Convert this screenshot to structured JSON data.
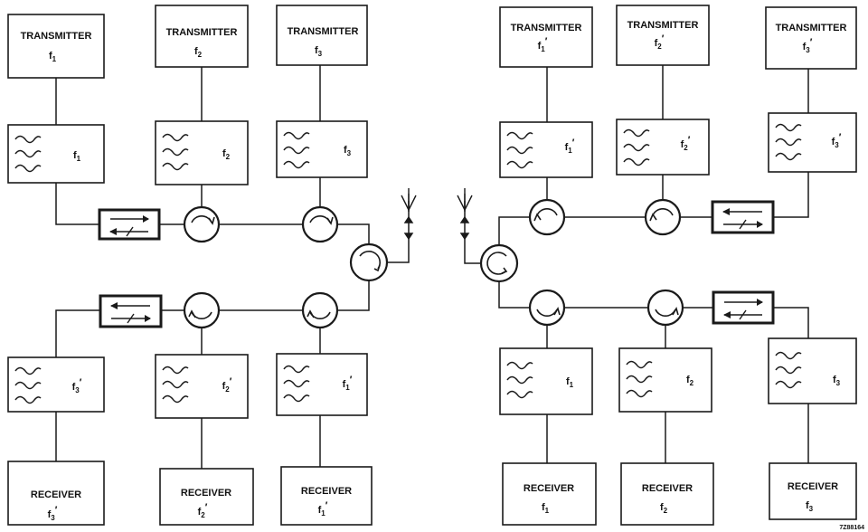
{
  "left": {
    "transmitters": [
      {
        "label": "TRANSMITTER",
        "freq": "f",
        "sub": "1",
        "prime": ""
      },
      {
        "label": "TRANSMITTER",
        "freq": "f",
        "sub": "2",
        "prime": ""
      },
      {
        "label": "TRANSMITTER",
        "freq": "f",
        "sub": "3",
        "prime": ""
      }
    ],
    "tx_filters": [
      {
        "freq": "f",
        "sub": "1",
        "prime": ""
      },
      {
        "freq": "f",
        "sub": "2",
        "prime": ""
      },
      {
        "freq": "f",
        "sub": "3",
        "prime": ""
      }
    ],
    "rx_filters": [
      {
        "freq": "f",
        "sub": "3",
        "prime": "′"
      },
      {
        "freq": "f",
        "sub": "2",
        "prime": "′"
      },
      {
        "freq": "f",
        "sub": "1",
        "prime": "′"
      }
    ],
    "receivers": [
      {
        "label": "RECEIVER",
        "freq": "f",
        "sub": "3",
        "prime": "′"
      },
      {
        "label": "RECEIVER",
        "freq": "f",
        "sub": "2",
        "prime": "′"
      },
      {
        "label": "RECEIVER",
        "freq": "f",
        "sub": "1",
        "prime": "′"
      }
    ]
  },
  "right": {
    "transmitters": [
      {
        "label": "TRANSMITTER",
        "freq": "f",
        "sub": "1",
        "prime": "′"
      },
      {
        "label": "TRANSMITTER",
        "freq": "f",
        "sub": "2",
        "prime": "′"
      },
      {
        "label": "TRANSMITTER",
        "freq": "f",
        "sub": "3",
        "prime": "′"
      }
    ],
    "tx_filters": [
      {
        "freq": "f",
        "sub": "1",
        "prime": "′"
      },
      {
        "freq": "f",
        "sub": "2",
        "prime": "′"
      },
      {
        "freq": "f",
        "sub": "3",
        "prime": "′"
      }
    ],
    "rx_filters": [
      {
        "freq": "f",
        "sub": "1",
        "prime": ""
      },
      {
        "freq": "f",
        "sub": "2",
        "prime": ""
      },
      {
        "freq": "f",
        "sub": "3",
        "prime": ""
      }
    ],
    "receivers": [
      {
        "label": "RECEIVER",
        "freq": "f",
        "sub": "1",
        "prime": ""
      },
      {
        "label": "RECEIVER",
        "freq": "f",
        "sub": "2",
        "prime": ""
      },
      {
        "label": "RECEIVER",
        "freq": "f",
        "sub": "3",
        "prime": ""
      }
    ]
  },
  "figure_code": "7Z88164"
}
